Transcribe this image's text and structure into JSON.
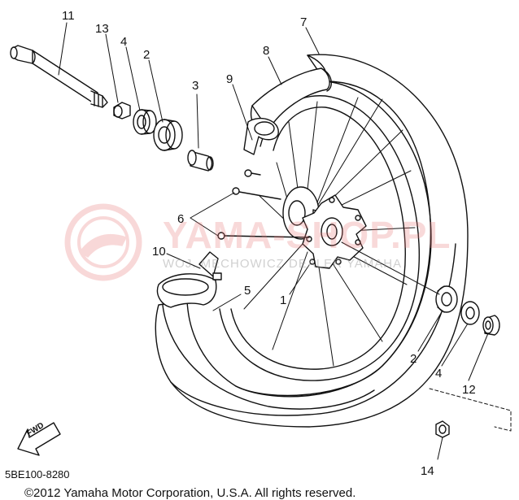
{
  "watermark": {
    "title": "YAMA-SHOP.PL",
    "subtitle": "WOJ. MECHOWICZ DEALER YAMAHA"
  },
  "diagram_code": "5BE100-8280",
  "copyright": "©2012 Yamaha Motor Corporation, U.S.A. All rights reserved.",
  "fwd_label": "FWD",
  "callouts": {
    "c11": "11",
    "c13": "13",
    "c4a": "4",
    "c2a": "2",
    "c3": "3",
    "c9": "9",
    "c8": "8",
    "c7": "7",
    "c6": "6",
    "c10": "10",
    "c5": "5",
    "c1": "1",
    "c2b": "2",
    "c4b": "4",
    "c12": "12",
    "c14": "14"
  },
  "colors": {
    "line": "#111111",
    "watermark": "#e07878"
  }
}
